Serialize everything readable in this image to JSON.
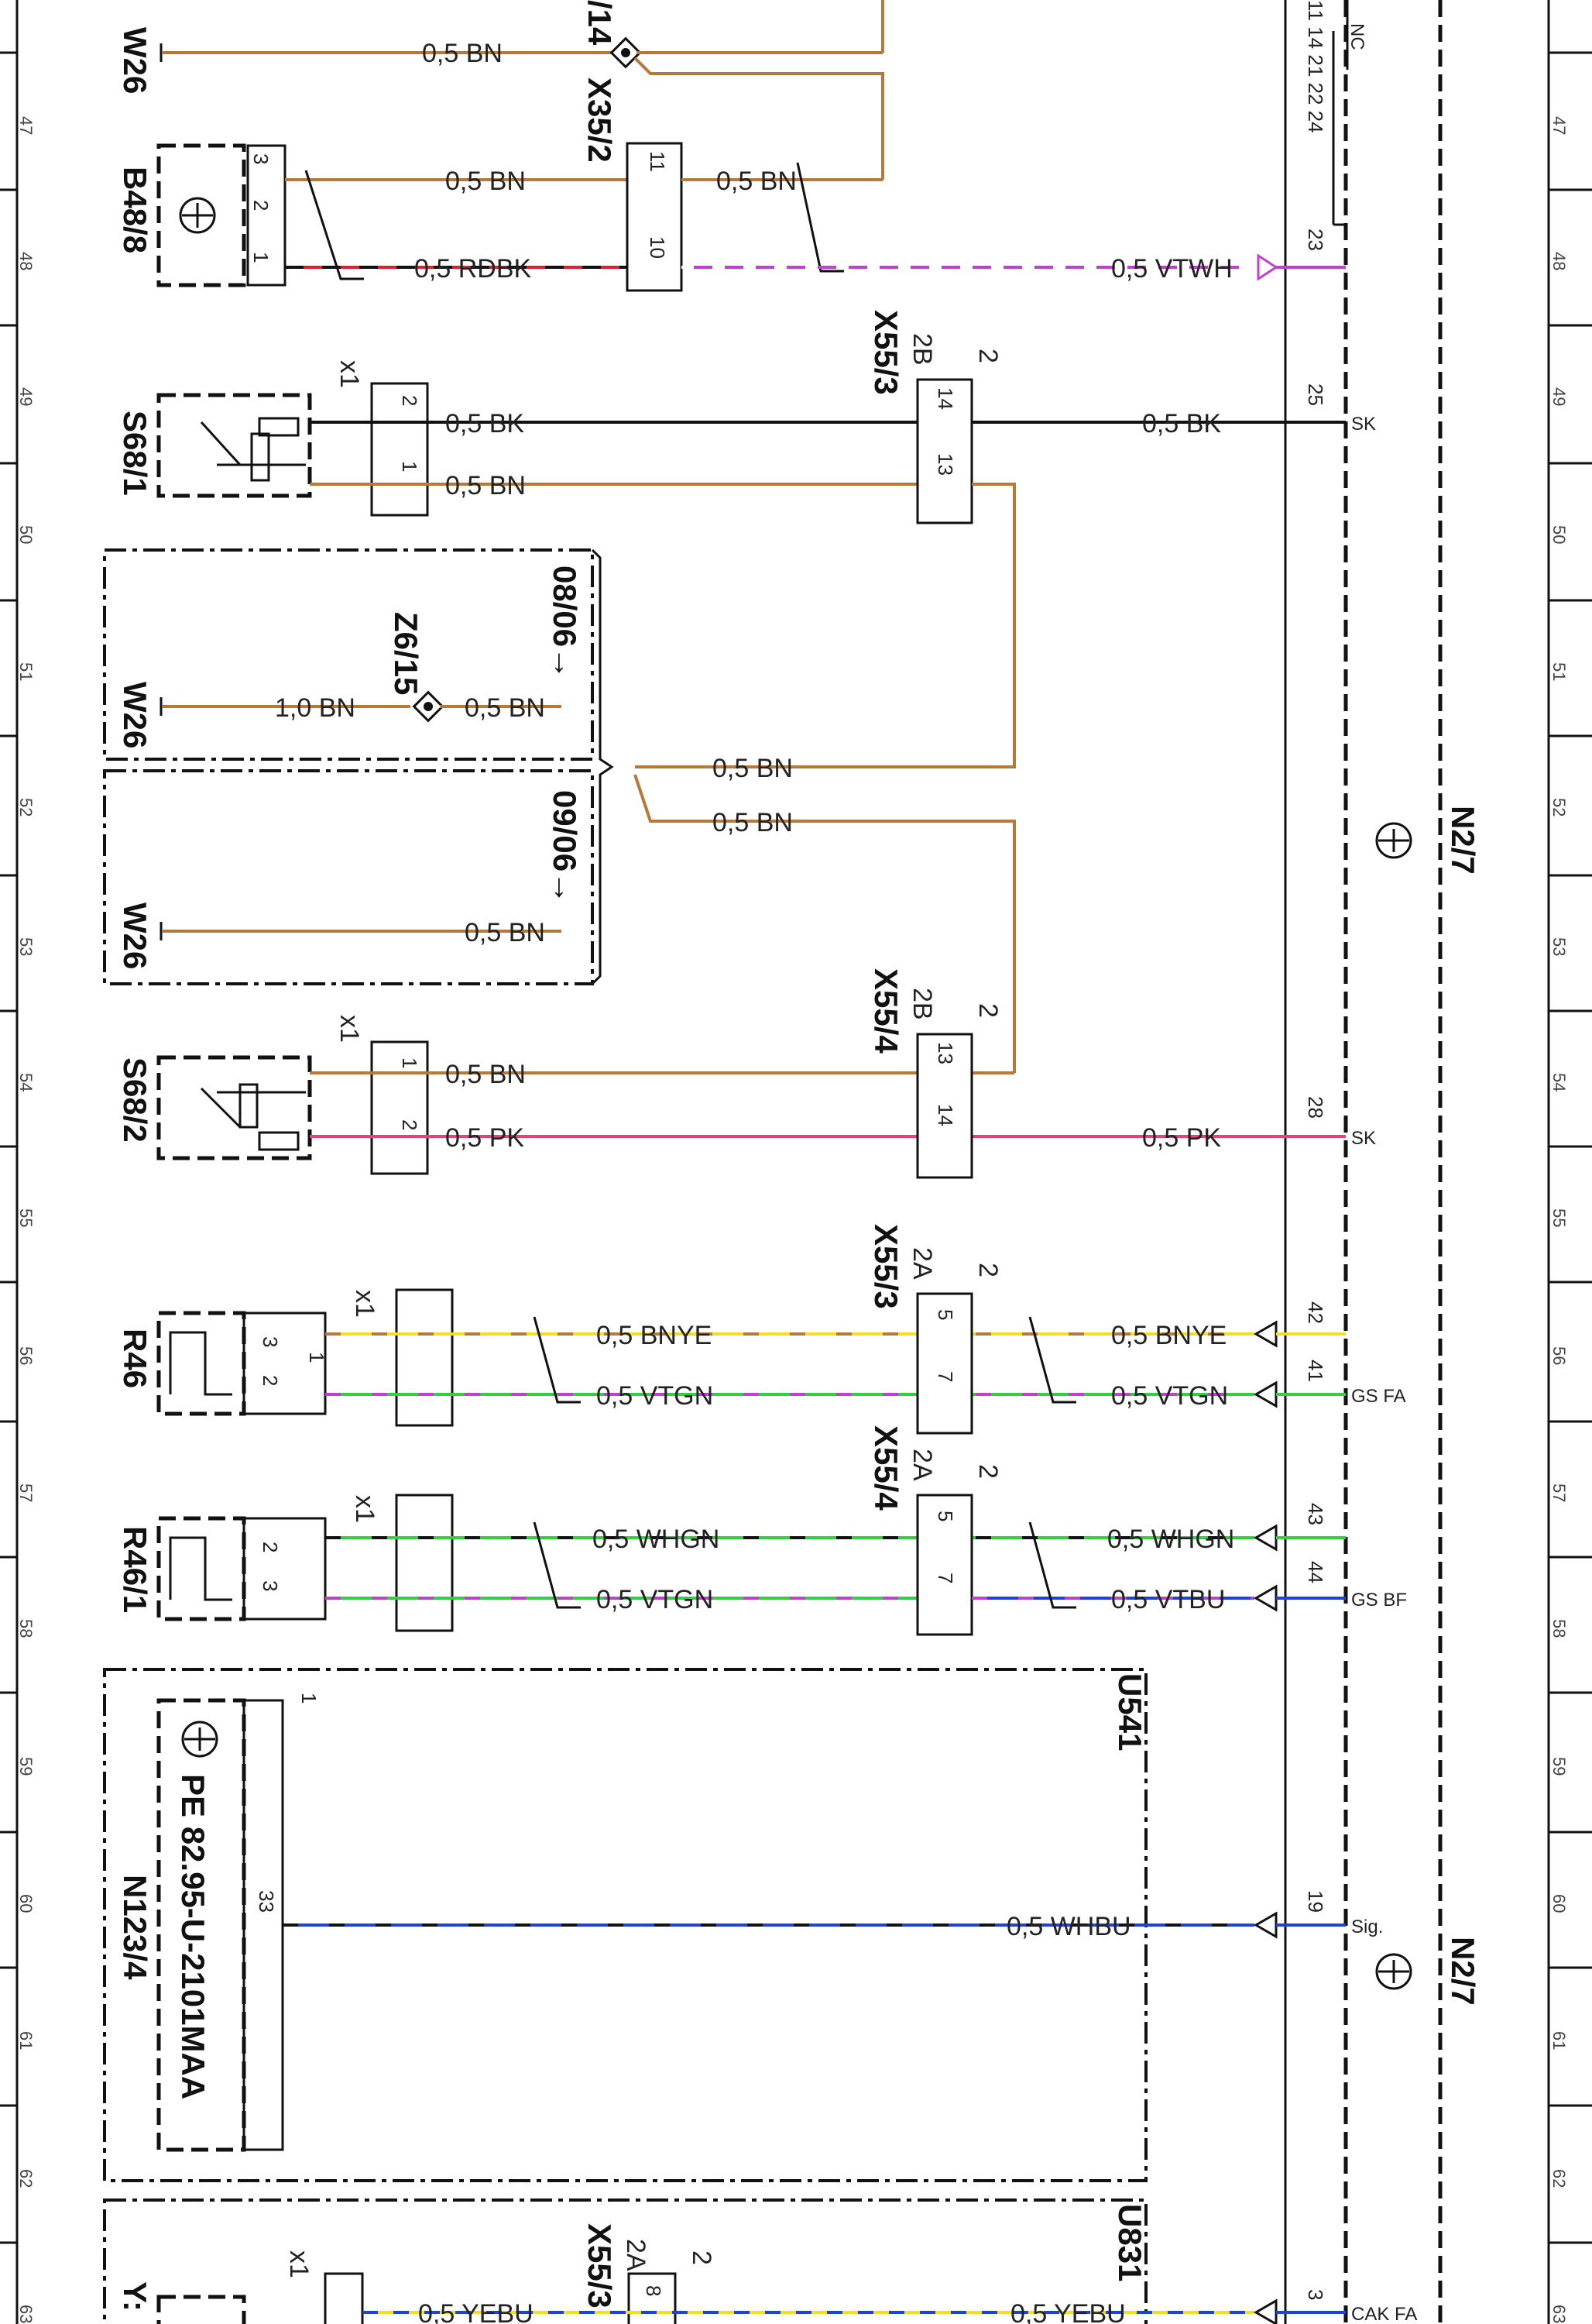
{
  "row_numbers": [
    "47",
    "48",
    "49",
    "50",
    "51",
    "52",
    "53",
    "54",
    "55",
    "56",
    "57",
    "58",
    "59",
    "60",
    "61",
    "62",
    "63"
  ],
  "components": {
    "w26_top": "W26",
    "z6_14": "/14",
    "x35_2": "X35/2",
    "b48_8": "B48/8",
    "s68_1": "S68/1",
    "x55_3_top": "X55/3",
    "w26_mid": "W26",
    "z6_15": "Z6/15",
    "w26_low": "W26",
    "s68_2": "S68/2",
    "x55_4_mid": "X55/4",
    "r46": "R46",
    "x55_3_r46": "X55/3",
    "r46_1": "R46/1",
    "x55_4_r46": "X55/4",
    "n123_4": "N123/4",
    "u541": "U541",
    "pe_ref": "PE 82.95-U-2101MAA",
    "n2_7_a": "N2/7",
    "n2_7_b": "N2/7",
    "u831": "U831",
    "x55_3_bottom": "X55/3",
    "y_partial": "Y:"
  },
  "variants": {
    "v1": "08/06→",
    "v2": "09/06→"
  },
  "connectors": {
    "x1": "x1",
    "two_a": "2A",
    "two_b": "2B",
    "two": "2",
    "one": "1"
  },
  "wires": {
    "w1": "0,5 BN",
    "w2": "0,5 BN",
    "w3": "0,5 BN",
    "w4": "0,5 RDBK",
    "w5": "0,5 VTWH",
    "w6": "0,5 BK",
    "w7": "0,5 BK",
    "w8": "0,5 BN",
    "w9": "1,0 BN",
    "w10": "0,5 BN",
    "w11": "0,5 BN",
    "w12": "0,5 BN",
    "w13": "0,5 BN",
    "w14": "0,5 BN",
    "w15": "0,5 PK",
    "w16": "0,5 PK",
    "w17": "0,5 BNYE",
    "w18": "0,5 BNYE",
    "w19": "0,5 VTGN",
    "w20": "0,5 VTGN",
    "w21": "0,5 WHGN",
    "w22": "0,5 WHGN",
    "w23": "0,5 VTGN",
    "w24": "0,5 VTBU",
    "w25": "0,5 WHBU",
    "w26": "0,5 YEBU",
    "w27": "0,5 YEBU"
  },
  "pins": {
    "n27_pins_top": "11 14 21 22 24",
    "nc": "NC",
    "p23": "23",
    "p25": "25",
    "p28": "28",
    "p42": "42",
    "p41": "41",
    "p43": "43",
    "p44": "44",
    "p19": "19",
    "p3": "3",
    "x35_11": "11",
    "x35_10": "10",
    "b48_3": "3",
    "b48_2": "2",
    "b48_1": "1",
    "s1_2": "2",
    "s1_1": "1",
    "x553_14": "14",
    "x553_13": "13",
    "x554_13": "13",
    "x554_14": "14",
    "s2_1": "1",
    "s2_2": "2",
    "r46_1": "1",
    "r46_2": "2",
    "r46_3": "3",
    "x553_5": "5",
    "x553_7": "7",
    "r461_2": "2",
    "r461_3": "3",
    "x554_5": "5",
    "x554_7": "7",
    "n123_33": "33",
    "bottom_1": "1",
    "x553_8": "8"
  },
  "signals": {
    "sk1": "SK",
    "sk2": "SK",
    "gs_fa": "GS FA",
    "gs_bf": "GS BF",
    "sig": "Sig.",
    "cak_fa": "CAK FA"
  },
  "colors": {
    "brown": "#b5793a",
    "red": "#e0202a",
    "black": "#111111",
    "pink": "#e8407a",
    "magenta": "#c040d0",
    "yellow": "#f0e020",
    "green": "#30d040",
    "blue": "#2040e0",
    "white": "#ffffff"
  }
}
